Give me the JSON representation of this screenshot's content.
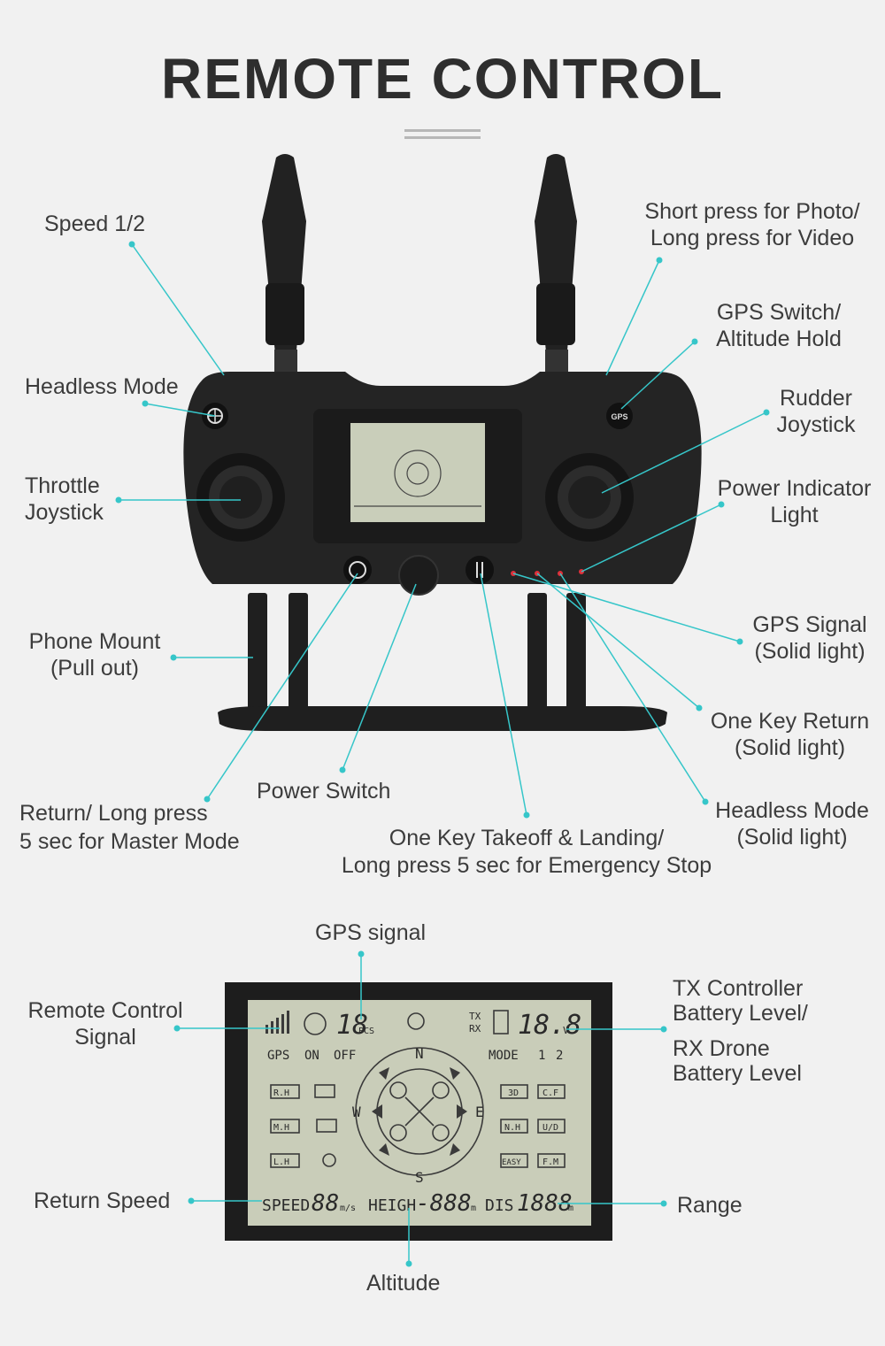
{
  "title": "REMOTE CONTROL",
  "controller_labels": {
    "speed": "Speed 1/2",
    "photo_video_1": "Short press for Photo/",
    "photo_video_2": "Long press for Video",
    "gps_switch_1": "GPS Switch/",
    "gps_switch_2": "Altitude Hold",
    "headless_mode": "Headless Mode",
    "rudder_1": "Rudder",
    "rudder_2": "Joystick",
    "throttle_1": "Throttle",
    "throttle_2": "Joystick",
    "power_indicator_1": "Power Indicator",
    "power_indicator_2": "Light",
    "gps_signal_1": "GPS Signal",
    "gps_signal_2": "(Solid light)",
    "phone_mount_1": "Phone Mount",
    "phone_mount_2": "(Pull out)",
    "one_key_return_1": "One Key Return",
    "one_key_return_2": "(Solid light)",
    "power_switch": "Power Switch",
    "headless_light_1": "Headless Mode",
    "headless_light_2": "(Solid light)",
    "return_1": "Return/ Long press",
    "return_2": "5 sec for Master Mode",
    "takeoff_1": "One Key Takeoff & Landing/",
    "takeoff_2": "Long press 5 sec for Emergency Stop",
    "gps_button": "GPS"
  },
  "lcd_labels": {
    "gps_signal": "GPS signal",
    "rc_signal_1": "Remote Control",
    "rc_signal_2": "Signal",
    "battery_1": "TX Controller",
    "battery_2": "Battery Level/",
    "battery_3": "RX Drone",
    "battery_4": "Battery Level",
    "return_speed": "Return Speed",
    "range": "Range",
    "altitude": "Altitude"
  },
  "lcd_screen": {
    "pcs": "18",
    "pcs_unit": "PCS",
    "tx": "TX",
    "rx": "RX",
    "voltage": "18.8",
    "voltage_unit": "V",
    "gps": "GPS",
    "on": "ON",
    "off": "OFF",
    "mode": "MODE",
    "mode_1": "1",
    "mode_2": "2",
    "north": "N",
    "south": "S",
    "east": "E",
    "west": "W",
    "rh": "R.H",
    "mh": "M.H",
    "lh": "L.H",
    "three_d": "3D",
    "cf": "C.F",
    "nh": "N.H",
    "ud": "U/D",
    "easy": "EASY",
    "fm": "F.M",
    "speed": "SPEED",
    "speed_val": "88",
    "speed_unit": "m/s",
    "height": "HEIGH",
    "height_val": "-888",
    "height_unit": "m",
    "dis": "DIS",
    "dis_val": "1888",
    "dis_unit": "m"
  },
  "colors": {
    "leader_line": "#36c6c9",
    "body": "#222222",
    "lcd_bg": "#c8cdb8",
    "indicator_led": "#e0303a"
  }
}
